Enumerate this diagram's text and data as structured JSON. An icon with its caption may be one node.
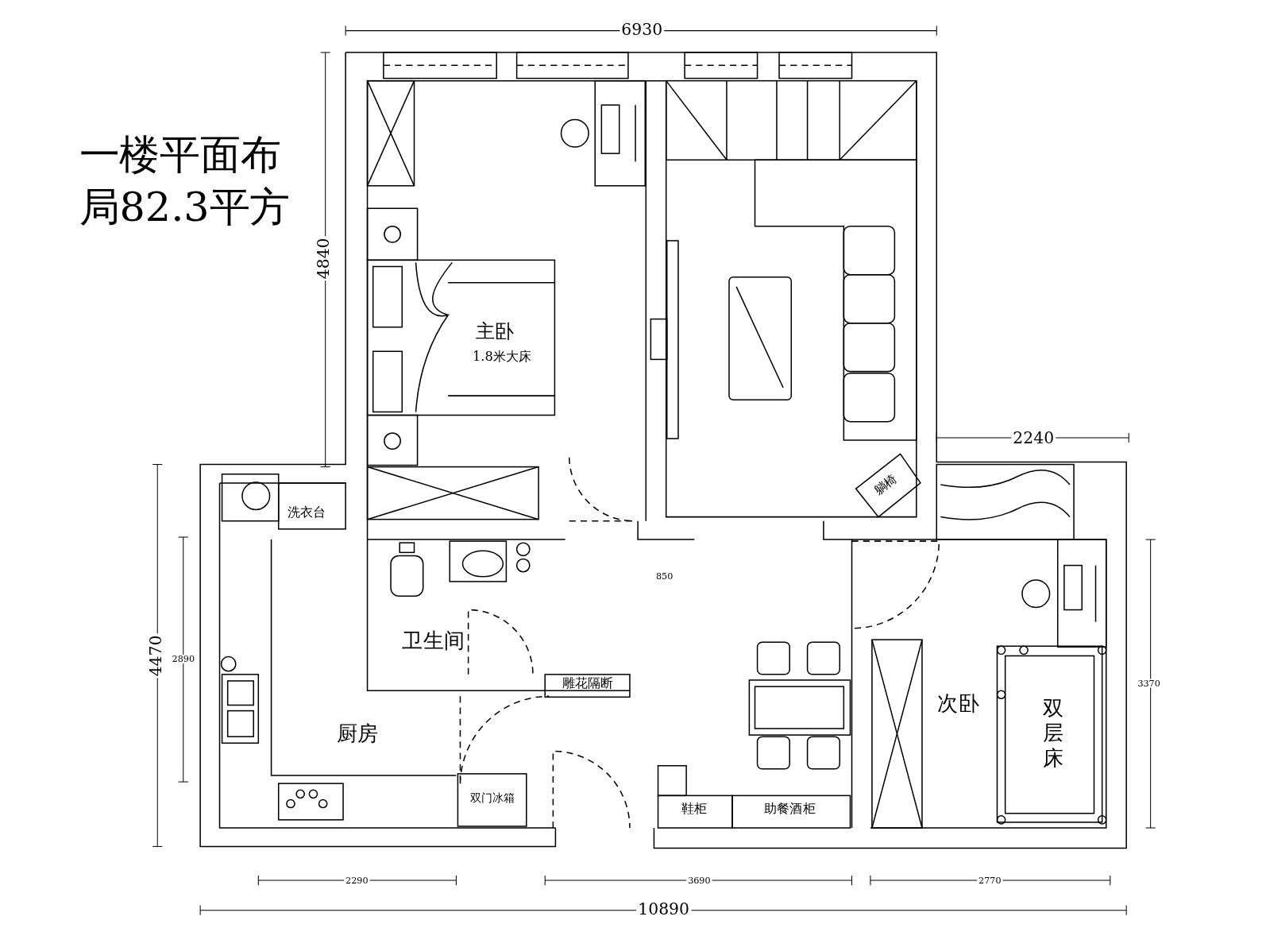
{
  "diagram": {
    "title": "一楼平面布局82.3平方",
    "labels": [
      "6930",
      "4840",
      "主卧",
      "1.8米大床",
      "躺椅",
      "2240",
      "洗衣台",
      "4470",
      "2890",
      "850",
      "卫生间",
      "雕花隔断",
      "3370",
      "次卧",
      "厨房",
      "双层床",
      "双门冰箱",
      "鞋柜",
      "助餐酒柜",
      "2290",
      "3690",
      "2770",
      "10890"
    ]
  }
}
